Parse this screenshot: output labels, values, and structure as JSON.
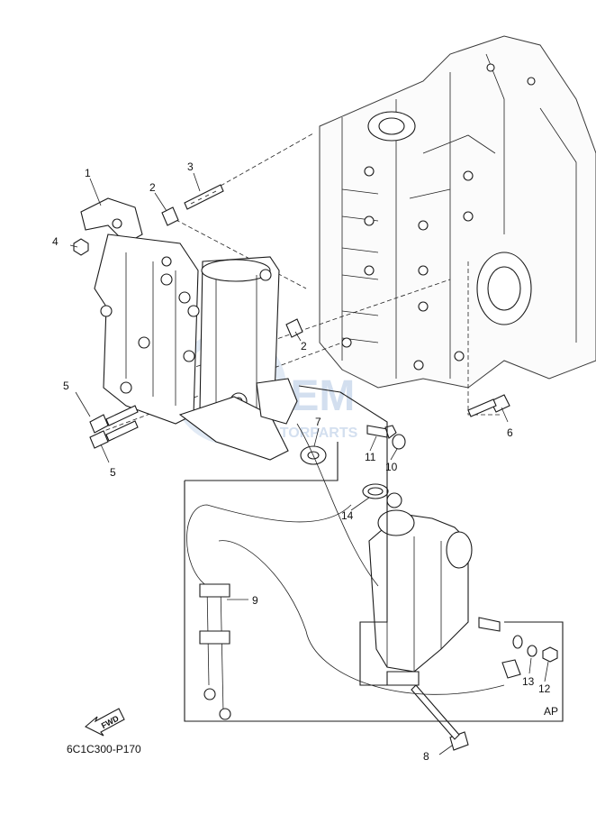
{
  "callouts": [
    {
      "id": "1",
      "label": "1"
    },
    {
      "id": "2a",
      "label": "2"
    },
    {
      "id": "3",
      "label": "3"
    },
    {
      "id": "4",
      "label": "4"
    },
    {
      "id": "2b",
      "label": "2"
    },
    {
      "id": "5a",
      "label": "5"
    },
    {
      "id": "5b",
      "label": "5"
    },
    {
      "id": "6",
      "label": "6"
    },
    {
      "id": "7",
      "label": "7"
    },
    {
      "id": "8",
      "label": "8"
    },
    {
      "id": "9",
      "label": "9"
    },
    {
      "id": "10",
      "label": "10"
    },
    {
      "id": "11",
      "label": "11"
    },
    {
      "id": "12",
      "label": "12"
    },
    {
      "id": "13",
      "label": "13"
    },
    {
      "id": "14",
      "label": "14"
    }
  ],
  "fwd_label": "FWD",
  "ap_label": "AP",
  "diagram_code": "6C1C300-P170",
  "watermark": {
    "main": "GEM",
    "sub": "MOTORPARTS",
    "color": "#b7cbe6"
  },
  "line_color": "#1a1a1a"
}
